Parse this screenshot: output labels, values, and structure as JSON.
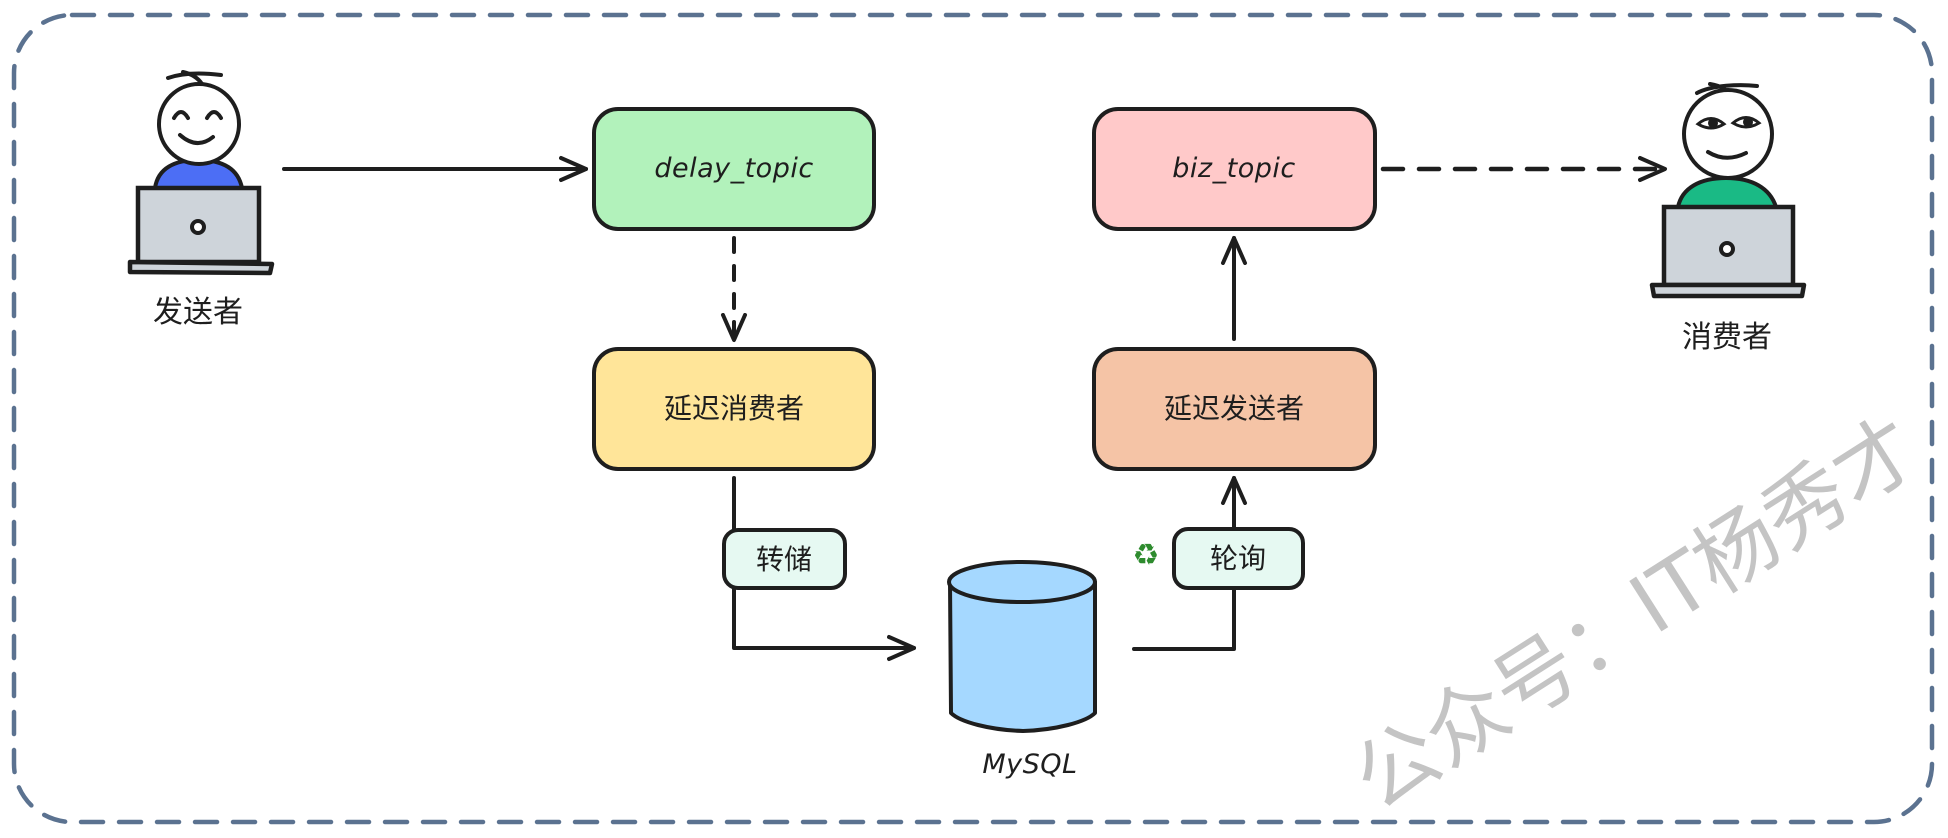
{
  "diagram": {
    "actors": {
      "sender": {
        "label": "发送者",
        "shirt_color": "#4c6ef5",
        "expression": "happy"
      },
      "consumer": {
        "label": "消费者",
        "shirt_color": "#1aba85",
        "expression": "smirk"
      }
    },
    "nodes": {
      "delay_topic": {
        "label": "delay_topic",
        "color": "#b2f2bb"
      },
      "delay_consumer": {
        "label": "延迟消费者",
        "color": "#ffe599"
      },
      "biz_topic": {
        "label": "biz_topic",
        "color": "#ffc9c9"
      },
      "delay_sender": {
        "label": "延迟发送者",
        "color": "#f5c4a6"
      },
      "mysql": {
        "label": "MySQL",
        "color": "#a5d8ff"
      }
    },
    "edge_labels": {
      "dump": {
        "label": "转储",
        "color": "#e6f9f2"
      },
      "poll": {
        "label": "轮询",
        "color": "#e6f9f2",
        "icon": "recycle-icon"
      }
    },
    "edges": [
      {
        "from": "发送者",
        "to": "delay_topic",
        "style": "solid"
      },
      {
        "from": "delay_topic",
        "to": "延迟消费者",
        "style": "dashed"
      },
      {
        "from": "延迟消费者",
        "to": "MySQL",
        "style": "solid",
        "label": "转储"
      },
      {
        "from": "MySQL",
        "to": "延迟发送者",
        "style": "solid",
        "label": "轮询"
      },
      {
        "from": "延迟发送者",
        "to": "biz_topic",
        "style": "solid"
      },
      {
        "from": "biz_topic",
        "to": "消费者",
        "style": "dashed"
      }
    ],
    "frame_color": "#5b7290",
    "watermark": "公众号：IT杨秀才"
  }
}
